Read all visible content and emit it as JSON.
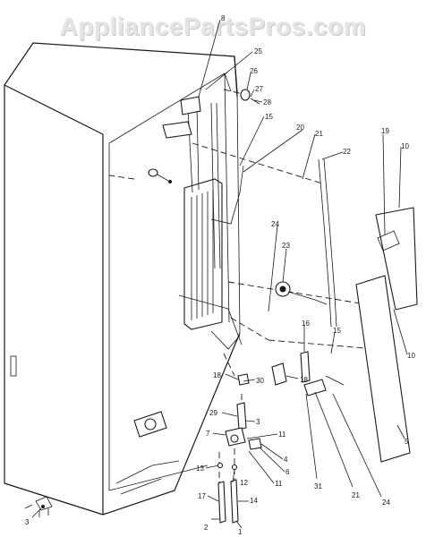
{
  "watermark": "AppliancePartsPros.com",
  "callouts": [
    {
      "id": "c8",
      "text": "8"
    },
    {
      "id": "c25",
      "text": "25"
    },
    {
      "id": "c26",
      "text": "26"
    },
    {
      "id": "c27",
      "text": "27"
    },
    {
      "id": "c28",
      "text": "28"
    },
    {
      "id": "c15a",
      "text": "15"
    },
    {
      "id": "c20",
      "text": "20"
    },
    {
      "id": "c21a",
      "text": "21"
    },
    {
      "id": "c22",
      "text": "22"
    },
    {
      "id": "c19",
      "text": "19"
    },
    {
      "id": "c10a",
      "text": "10"
    },
    {
      "id": "c24a",
      "text": "24"
    },
    {
      "id": "c23",
      "text": "23"
    },
    {
      "id": "c10b",
      "text": "10"
    },
    {
      "id": "c16",
      "text": "16"
    },
    {
      "id": "c15b",
      "text": "15"
    },
    {
      "id": "c18a",
      "text": "18"
    },
    {
      "id": "c18b",
      "text": "18"
    },
    {
      "id": "c30",
      "text": "30"
    },
    {
      "id": "c29",
      "text": "29"
    },
    {
      "id": "c3a",
      "text": "3"
    },
    {
      "id": "c7",
      "text": "7"
    },
    {
      "id": "c11a",
      "text": "11"
    },
    {
      "id": "c4",
      "text": "4"
    },
    {
      "id": "c6",
      "text": "6"
    },
    {
      "id": "c11b",
      "text": "11"
    },
    {
      "id": "c13",
      "text": "13"
    },
    {
      "id": "c12",
      "text": "12"
    },
    {
      "id": "c17",
      "text": "17"
    },
    {
      "id": "c14",
      "text": "14"
    },
    {
      "id": "c31",
      "text": "31"
    },
    {
      "id": "c21b",
      "text": "21"
    },
    {
      "id": "c24b",
      "text": "24"
    },
    {
      "id": "c5",
      "text": "5"
    },
    {
      "id": "c2",
      "text": "2"
    },
    {
      "id": "c1",
      "text": "1"
    },
    {
      "id": "c3b",
      "text": "3"
    }
  ]
}
